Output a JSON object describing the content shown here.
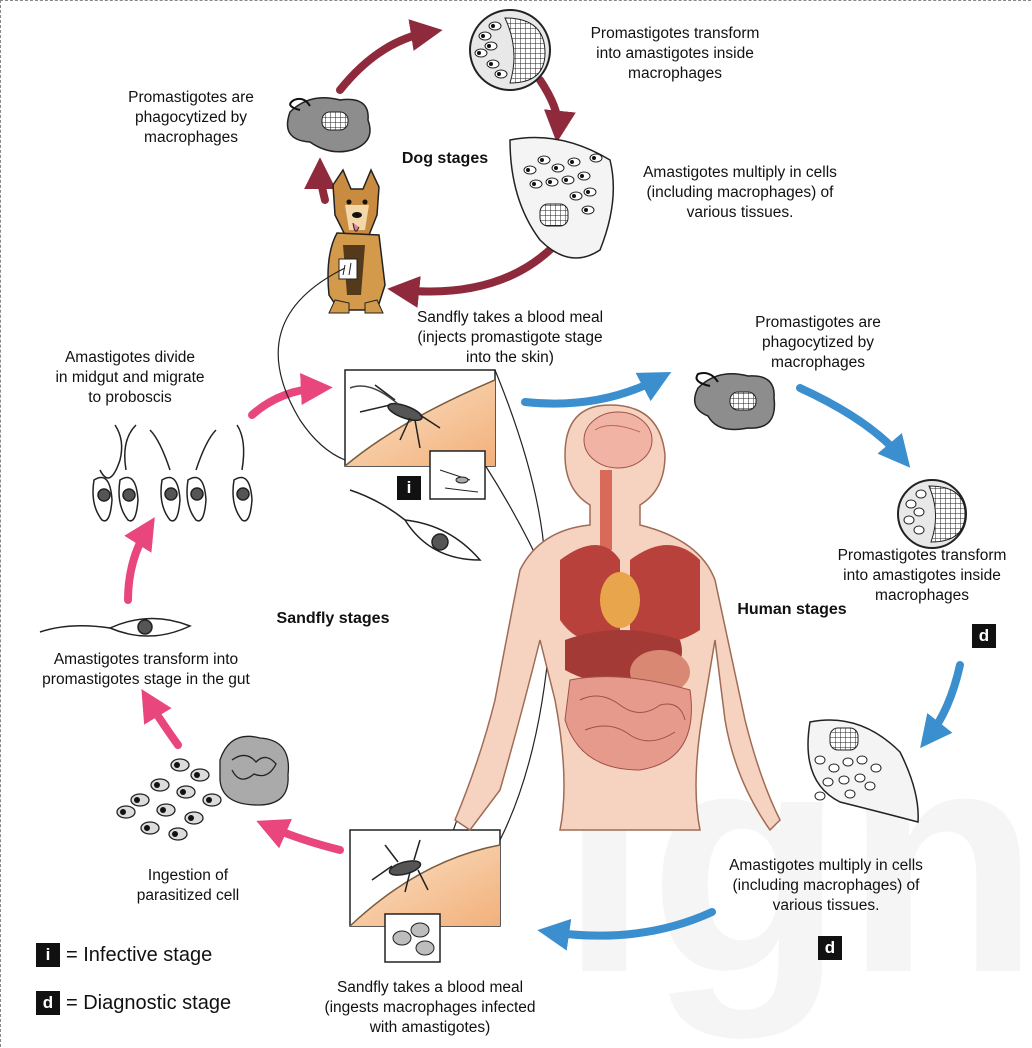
{
  "stages": {
    "dog": "Dog stages",
    "sandfly": "Sandfly stages",
    "human": "Human stages"
  },
  "dog_cycle": {
    "phagocytized": "Promastigotes are\nphagocytized by\nmacrophages",
    "transform": "Promastigotes transform\ninto amastigotes inside\nmacrophages",
    "multiply": "Amastigotes multiply in cells\n(including macrophages) of\nvarious tissues.",
    "blood_meal": "Sandfly takes a blood meal\n(injects promastigote stage\ninto the skin)"
  },
  "human_cycle": {
    "phagocytized": "Promastigotes are\nphagocytized by\nmacrophages",
    "transform": "Promastigotes transform\ninto amastigotes inside\nmacrophages",
    "multiply": "Amastigotes multiply in cells\n(including macrophages) of\nvarious tissues.",
    "blood_meal": "Sandfly takes a blood meal\n(ingests macrophages infected\nwith amastigotes)"
  },
  "sandfly_cycle": {
    "divide": "Amastigotes divide\nin midgut and migrate\nto proboscis",
    "transform": "Amastigotes transform into\npromastigotes stage in the gut",
    "ingestion": "Ingestion of\nparasitized cell"
  },
  "badges": {
    "infective": "i",
    "diagnostic": "d"
  },
  "legend": {
    "infective": "= Infective stage",
    "diagnostic": "= Diagnostic stage"
  },
  "colors": {
    "dog_arrow": "#8e2a3c",
    "sandfly_arrow": "#e8467c",
    "human_arrow": "#3b8fcf",
    "skin": "#f6c89e"
  }
}
